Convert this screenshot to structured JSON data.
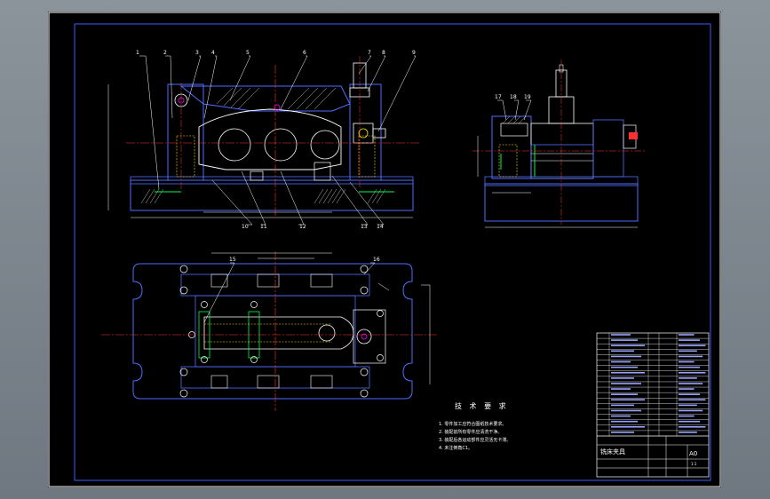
{
  "colors": {
    "sheet": "#000000",
    "frame": "#3a5cff",
    "outline": "#4f6dff",
    "detail": "#ffffff",
    "center": "#ff3030",
    "hidden": "#ffe400",
    "hatch": "#e8e8e8",
    "green": "#00ff44",
    "magenta": "#ff00ff",
    "cyan": "#00e5ff"
  },
  "callouts": [
    "1",
    "2",
    "3",
    "4",
    "5",
    "6",
    "7",
    "8",
    "9",
    "10",
    "11",
    "12",
    "13",
    "14",
    "15",
    "16",
    "17",
    "18",
    "19"
  ],
  "technical_requirements": {
    "title": "技 术 要 求",
    "lines": [
      "1. 零件加工应符合图纸技术要求。",
      "2. 装配前所有零件应清洗干净。",
      "3. 装配后各运动部件应灵活无卡滞。",
      "4. 未注倒角C1。"
    ]
  },
  "title_block": {
    "drawing_name": "铣床夹具",
    "sheet_size": "A0",
    "scale": "1:1"
  }
}
